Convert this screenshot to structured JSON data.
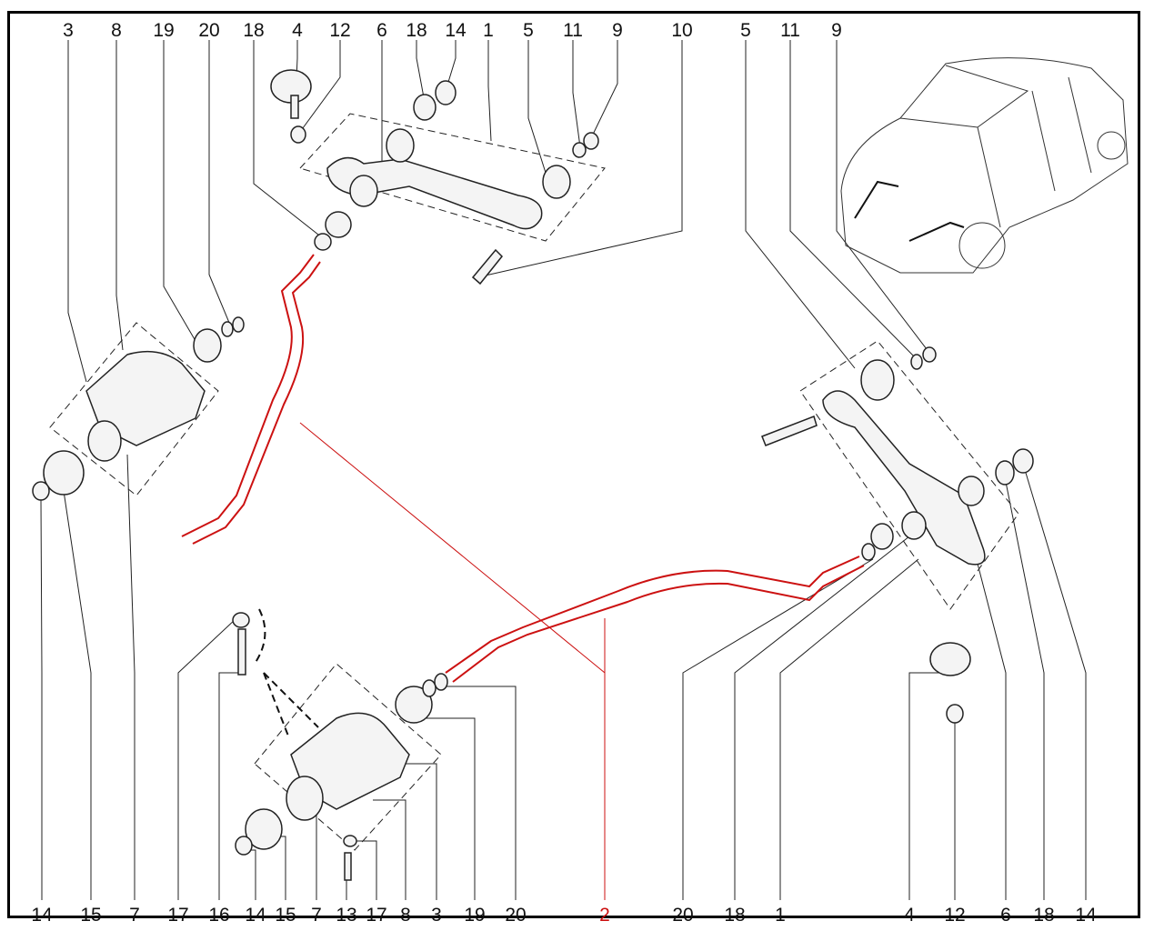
{
  "diagram": {
    "top_labels": [
      "3",
      "8",
      "19",
      "20",
      "18",
      "4",
      "12",
      "6",
      "18",
      "14",
      "1",
      "5",
      "11",
      "9",
      "10",
      "5",
      "11",
      "9"
    ],
    "bottom_labels": [
      "14",
      "15",
      "7",
      "17",
      "16",
      "14",
      "15",
      "7",
      "13",
      "17",
      "8",
      "3",
      "19",
      "20",
      "2",
      "20",
      "18",
      "1",
      "4",
      "12",
      "6",
      "18",
      "14"
    ],
    "highlighted_label": "2",
    "highlight_color": "#cc1111"
  }
}
